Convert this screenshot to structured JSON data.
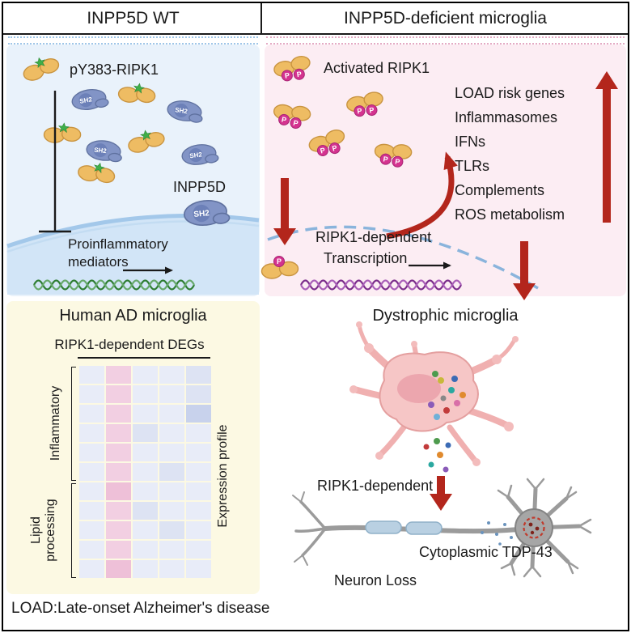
{
  "top_left": {
    "title": "INPP5D WT",
    "protein_label": "pY383-RIPK1",
    "sh2": "SH2",
    "inpp5d_label": "INPP5D",
    "mediators_line1": "Proinflammatory",
    "mediators_line2": "mediators"
  },
  "top_right": {
    "title": "INPP5D-deficient microglia",
    "activated_label": "Activated RIPK1",
    "phospho": "P",
    "transcription_line1": "RIPK1-dependent",
    "transcription_line2": "Transcription",
    "genes": [
      "LOAD risk genes",
      "Inflammasomes",
      "IFNs",
      "TLRs",
      "Complements",
      "ROS metabolism"
    ]
  },
  "bottom_left": {
    "title": "Human AD microglia",
    "degs_label": "RIPK1-dependent DEGs",
    "group1_label": "Inflammatory",
    "group2_label": "Lipid processing",
    "right_label": "Expression profile"
  },
  "bottom_right": {
    "title": "Dystrophic microglia",
    "ripk1_label": "RIPK1-dependent",
    "tdp43_label": "Cytoplasmic TDP-43",
    "neuron_loss_label": "Neuron Loss"
  },
  "footer": "LOAD:Late-onset Alzheimer's disease",
  "heatmap": {
    "columns": 5,
    "palette": {
      "a": "#e8ecf8",
      "b": "#dde3f3",
      "c": "#c8d2ec",
      "p": "#f2cfe2",
      "P": "#eec0d8"
    },
    "rows": [
      [
        "a",
        "p",
        "a",
        "a",
        "b"
      ],
      [
        "a",
        "p",
        "a",
        "a",
        "b"
      ],
      [
        "a",
        "p",
        "a",
        "a",
        "c"
      ],
      [
        "a",
        "p",
        "b",
        "a",
        "a"
      ],
      [
        "a",
        "p",
        "a",
        "a",
        "a"
      ],
      [
        "a",
        "p",
        "a",
        "b",
        "a"
      ],
      [
        "a",
        "P",
        "a",
        "a",
        "a"
      ],
      [
        "a",
        "p",
        "b",
        "a",
        "a"
      ],
      [
        "a",
        "p",
        "a",
        "b",
        "a"
      ],
      [
        "a",
        "p",
        "a",
        "a",
        "a"
      ],
      [
        "a",
        "P",
        "a",
        "a",
        "a"
      ]
    ]
  },
  "colors": {
    "arrow_red": "#b3261c",
    "protein_yellow": "#eebc63",
    "sh2_blue": "#8294c6",
    "phospho_magenta": "#d4338f",
    "star_green": "#3fae49",
    "dna_green": "#2e7d32",
    "dna_purple": "#7b2d8b",
    "panel_blue": "#e9f2fb",
    "panel_pink": "#fcedf3",
    "panel_cream": "#fcf9e3",
    "microglia_pink": "#f6c6c6",
    "neuron_gray": "#9b9b9b"
  }
}
